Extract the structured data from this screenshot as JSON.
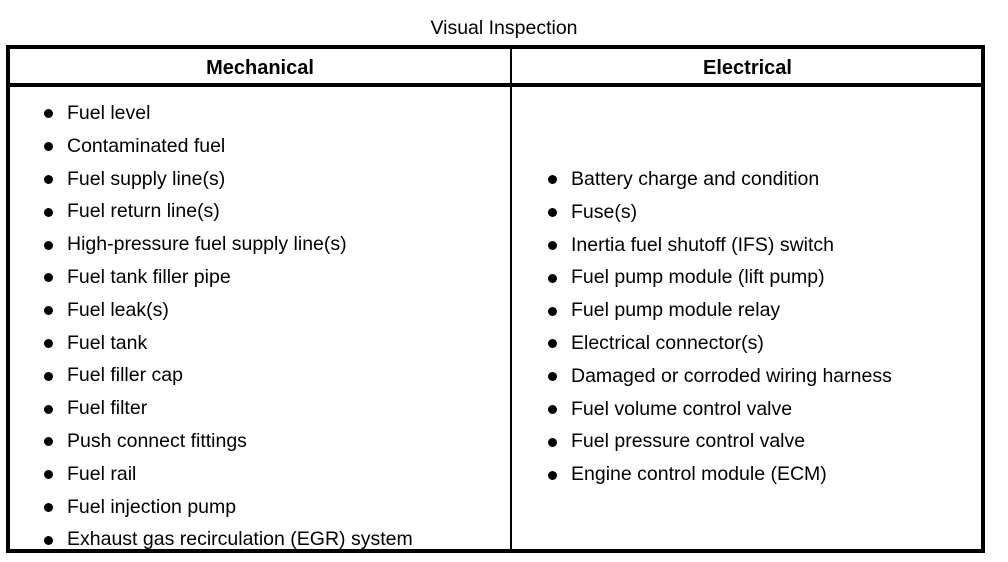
{
  "title": "Visual Inspection",
  "table": {
    "columns": [
      {
        "key": "mechanical",
        "header": "Mechanical",
        "items": [
          "Fuel level",
          "Contaminated fuel",
          "Fuel supply line(s)",
          "Fuel return line(s)",
          "High-pressure fuel supply line(s)",
          "Fuel tank filler pipe",
          "Fuel leak(s)",
          "Fuel tank",
          "Fuel filler cap",
          "Fuel filter",
          "Push connect fittings",
          "Fuel rail",
          "Fuel injection pump",
          "Exhaust gas recirculation (EGR) system"
        ]
      },
      {
        "key": "electrical",
        "header": "Electrical",
        "items": [
          "Battery charge and condition",
          "Fuse(s)",
          "Inertia fuel shutoff (IFS) switch",
          "Fuel pump module (lift pump)",
          "Fuel pump module relay",
          "Electrical connector(s)",
          "Damaged or corroded wiring harness",
          "Fuel volume control valve",
          "Fuel pressure control valve",
          "Engine control module (ECM)"
        ]
      }
    ]
  },
  "icons": {
    "bullet": "bullet-icon"
  },
  "colors": {
    "ink": "#000000",
    "paper": "#ffffff"
  }
}
